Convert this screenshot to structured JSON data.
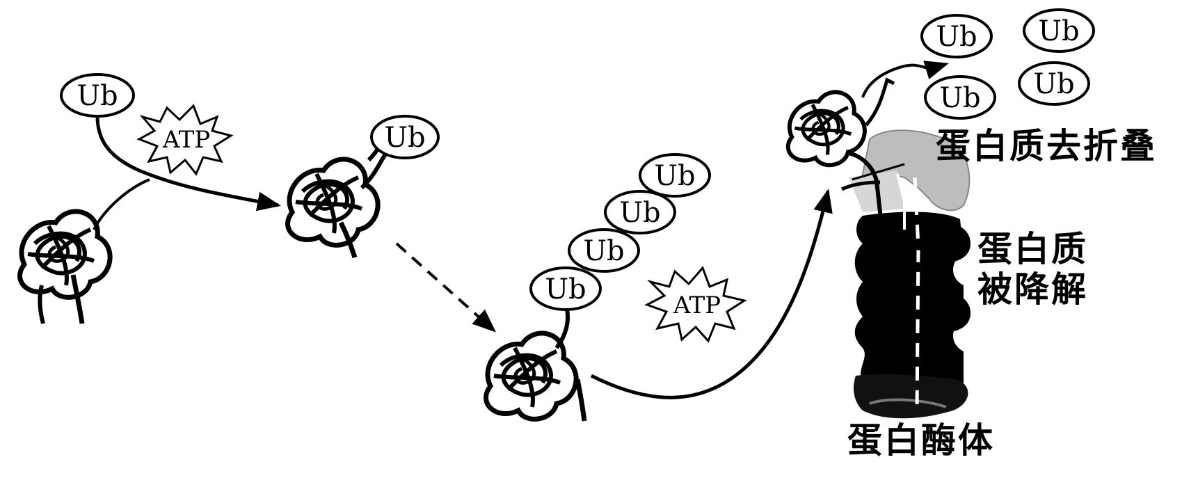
{
  "ub_label": "Ub",
  "atp_label": "ATP",
  "labels": {
    "unfolding": "蛋白质去折叠",
    "degraded_line1": "蛋白质",
    "degraded_line2": "被降解",
    "proteasome": "蛋白酶体"
  }
}
